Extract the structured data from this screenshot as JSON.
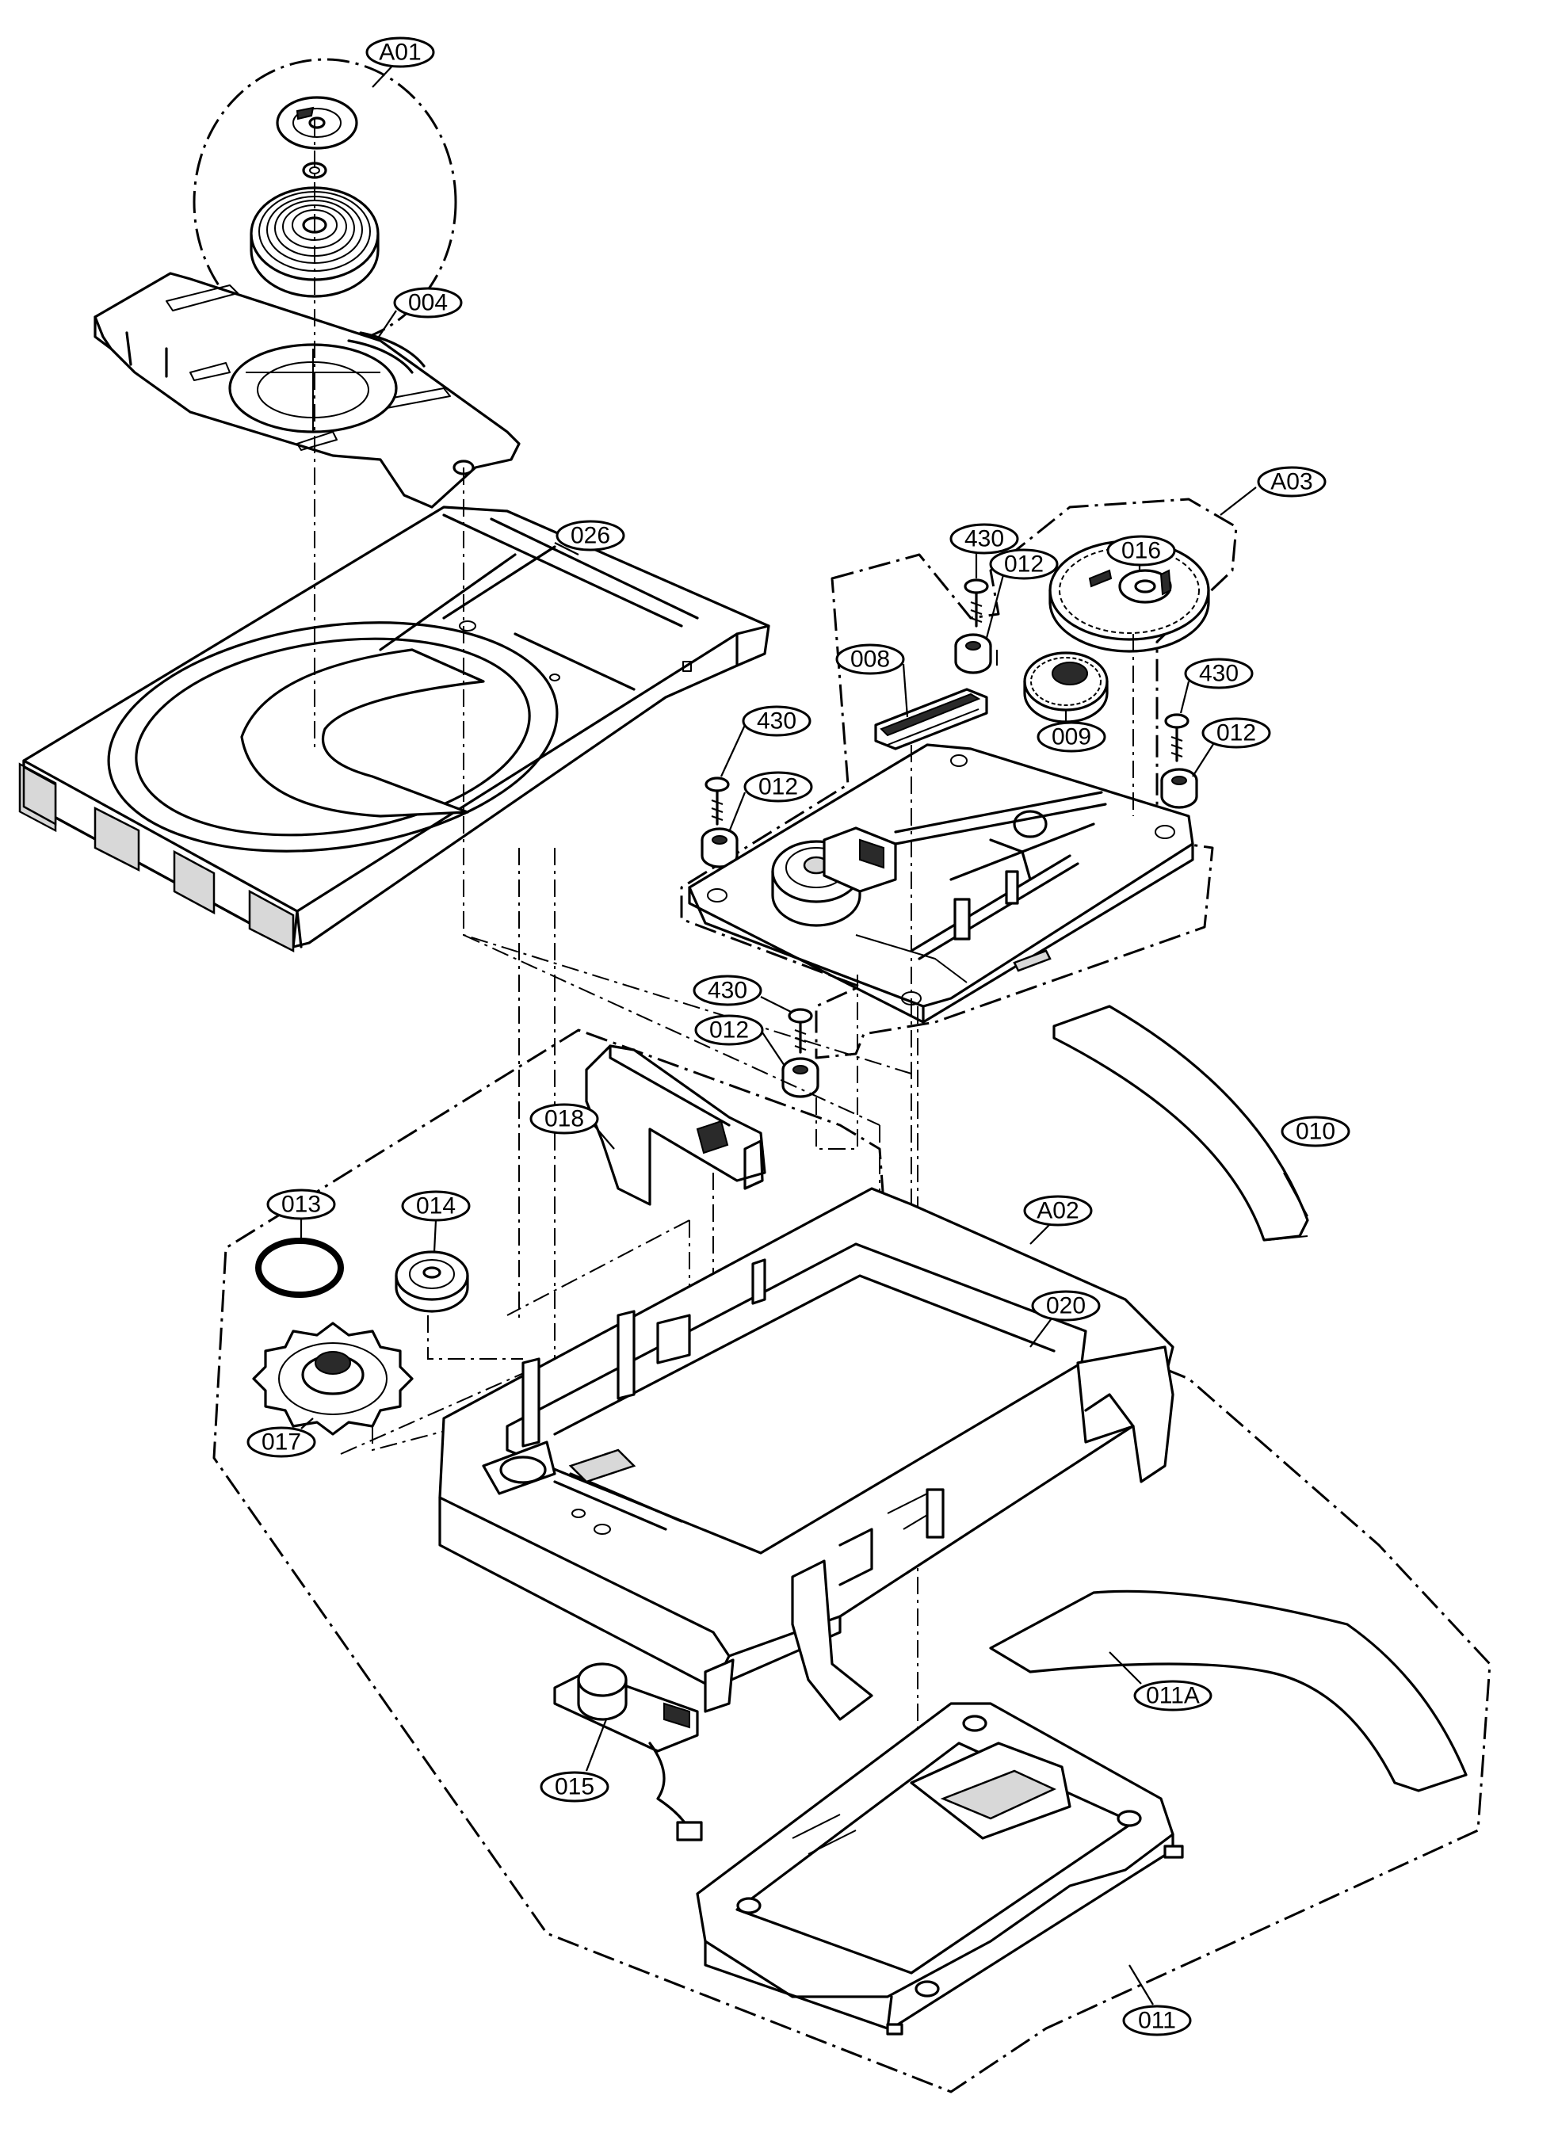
{
  "callouts": [
    {
      "id": "a01",
      "label": "A01"
    },
    {
      "id": "004",
      "label": "004"
    },
    {
      "id": "026",
      "label": "026"
    },
    {
      "id": "a03",
      "label": "A03"
    },
    {
      "id": "016",
      "label": "016"
    },
    {
      "id": "430a",
      "label": "430"
    },
    {
      "id": "012a",
      "label": "012"
    },
    {
      "id": "008",
      "label": "008"
    },
    {
      "id": "009",
      "label": "009"
    },
    {
      "id": "430b",
      "label": "430"
    },
    {
      "id": "012b",
      "label": "012"
    },
    {
      "id": "430c",
      "label": "430"
    },
    {
      "id": "012c",
      "label": "012"
    },
    {
      "id": "430d",
      "label": "430"
    },
    {
      "id": "012d",
      "label": "012"
    },
    {
      "id": "010",
      "label": "010"
    },
    {
      "id": "018",
      "label": "018"
    },
    {
      "id": "a02",
      "label": "A02"
    },
    {
      "id": "013",
      "label": "013"
    },
    {
      "id": "014",
      "label": "014"
    },
    {
      "id": "020",
      "label": "020"
    },
    {
      "id": "017",
      "label": "017"
    },
    {
      "id": "011a",
      "label": "011A"
    },
    {
      "id": "015",
      "label": "015"
    },
    {
      "id": "011",
      "label": "011"
    }
  ]
}
